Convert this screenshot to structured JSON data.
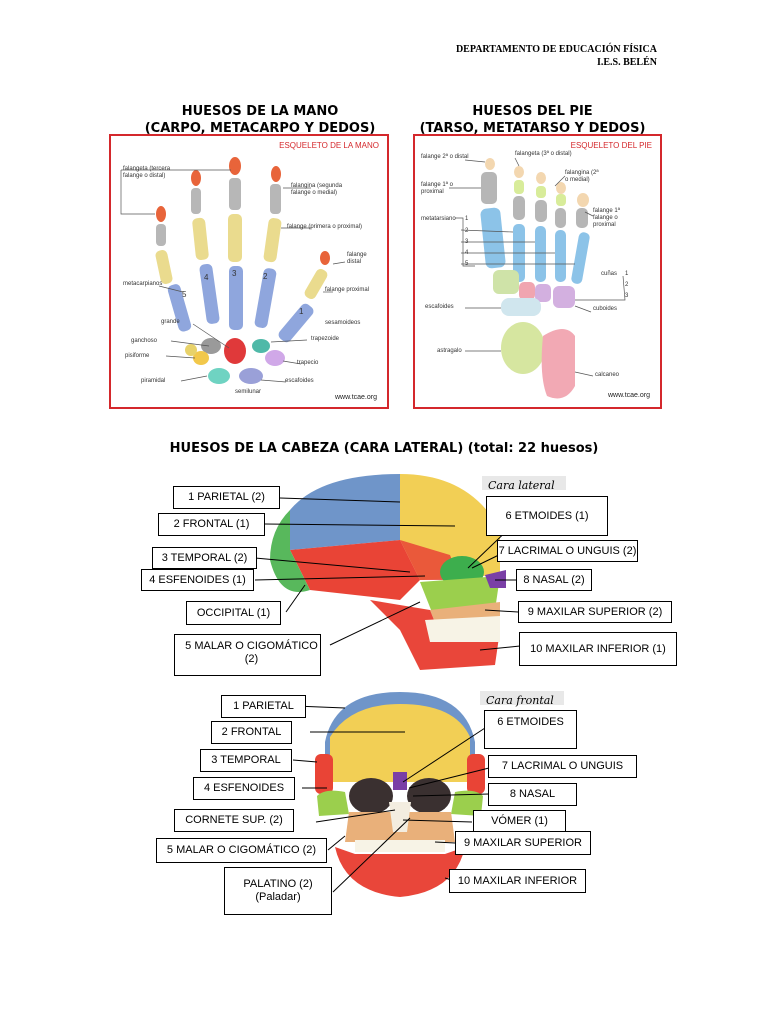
{
  "header": {
    "line1": "DEPARTAMENTO DE EDUCACIÓN FÍSICA",
    "line2": "I.E.S. BELÉN"
  },
  "hand": {
    "title1": "HUESOS DE LA MANO",
    "title2": "(CARPO, METACARPO Y DEDOS)",
    "panel_title": "ESQUELETO DE LA MANO",
    "labels": {
      "falangeta": "falangeta (tercera falange o distal)",
      "falangina": "falangina (segunda falange o medial)",
      "falange": "falange (primera o proximal)",
      "falange_distal": "falange distal",
      "falange_proximal": "falange proximal",
      "metacarpianos": "metacarpianos",
      "sesamoideos": "sesamoideos",
      "grande": "grande",
      "trapezoide": "trapezoide",
      "ganchoso": "ganchoso",
      "pisiforme": "pisiforme",
      "trapecio": "trapecio",
      "piramidal": "piramidal",
      "escafoides": "escafoides",
      "semilunar": "semilunar"
    },
    "numbers": [
      "1",
      "2",
      "3",
      "4",
      "5"
    ],
    "web": "www.tcae.org"
  },
  "foot": {
    "title1": "HUESOS DEL PIE",
    "title2": "(TARSO, METATARSO Y DEDOS)",
    "panel_title": "ESQUELETO DEL PIE",
    "labels": {
      "falange2": "falange 2ª o distal",
      "falangeta": "falangeta (3ª o distal)",
      "falange1": "falange 1ª o proximal",
      "falangina": "falangina (2ª o medial)",
      "falange1_b": "falange 1ª falange o proximal",
      "metatarsiano": "metatarsiano",
      "cunas": "cuñas",
      "escafoides": "escafoides",
      "cuboides": "cuboides",
      "astragalo": "astragalo",
      "calcaneo": "calcaneo"
    },
    "numbers": [
      "1",
      "2",
      "3",
      "4",
      "5"
    ],
    "cuna_numbers": [
      "1",
      "2",
      "3"
    ],
    "web": "www.tcae.org"
  },
  "head": {
    "title": "HUESOS DE LA CABEZA (CARA LATERAL) (total: 22 huesos)",
    "lateral": {
      "header": "Cara lateral",
      "labels": [
        "1 PARIETAL (2)",
        "2 FRONTAL (1)",
        "3 TEMPORAL (2)",
        "4 ESFENOIDES (1)",
        "OCCIPITAL (1)",
        "5 MALAR O CIGOMÁTICO (2)",
        "6 ETMOIDES (1)",
        "7 LACRIMAL O UNGUIS (2)",
        "8 NASAL (2)",
        "9 MAXILAR SUPERIOR  (2)",
        "10 MAXILAR INFERIOR (1)"
      ]
    },
    "frontal": {
      "header": "Cara frontal",
      "labels": [
        "1 PARIETAL",
        "2 FRONTAL",
        "3 TEMPORAL",
        "4 ESFENOIDES",
        "CORNETE SUP. (2)",
        "5 MALAR O CIGOMÁTICO (2)",
        "PALATINO (2)",
        "(Paladar)",
        "6 ETMOIDES",
        "7 LACRIMAL O UNGUIS",
        "8 NASAL",
        "VÓMER (1)",
        "9 MAXILAR SUPERIOR",
        "10 MAXILAR INFERIOR"
      ]
    }
  },
  "colors": {
    "panel_border": "#d4282c",
    "parietal": "#6f95c9",
    "frontal": "#f2cf55",
    "temporal": "#e94436",
    "esfenoides": "#3dae4d",
    "occipital": "#58b85c",
    "malar": "#9bcf4d",
    "maxilar_inferior": "#e9463a",
    "bone": "#e9b07a"
  }
}
